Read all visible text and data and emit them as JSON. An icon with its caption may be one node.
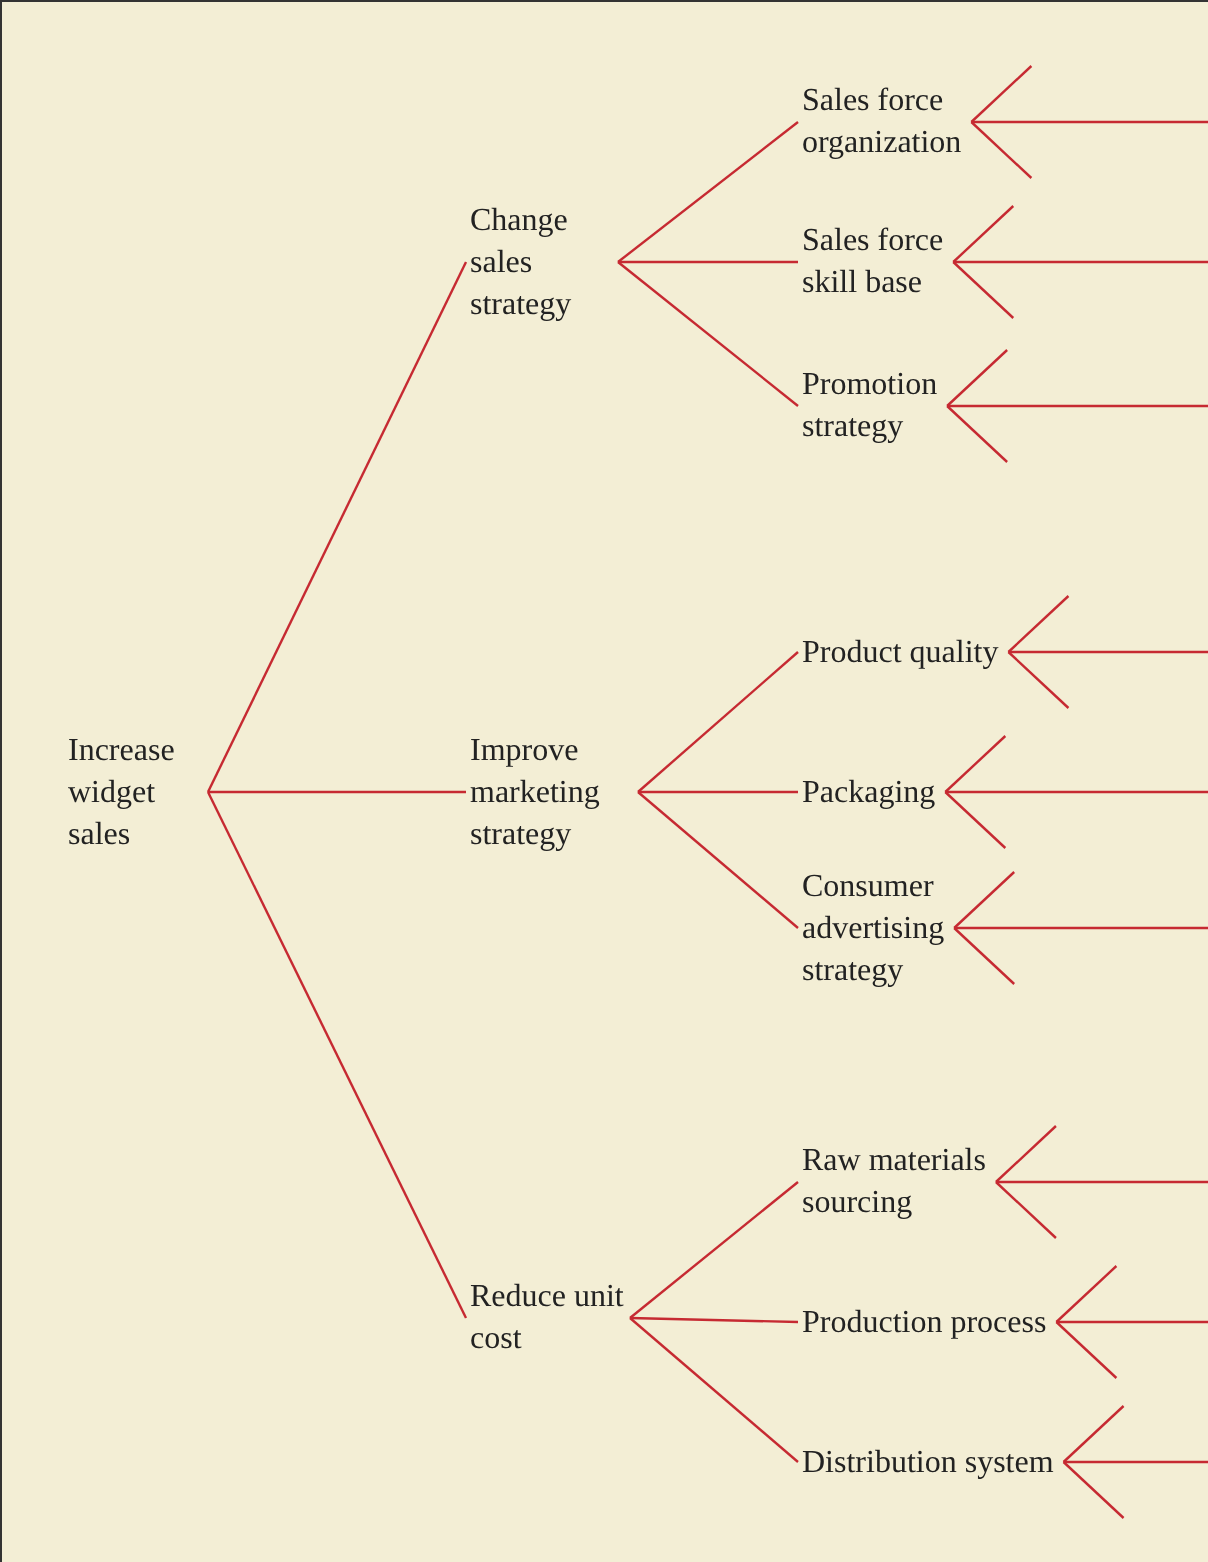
{
  "diagram": {
    "nodes": [
      {
        "text": [
          "Increase widget sales"
        ]
      },
      {
        "text": [
          "Change sales strategy"
        ]
      },
      {
        "text": [
          "Improve marketing strategy"
        ]
      },
      {
        "text": [
          "Reduce unit cost"
        ]
      },
      {
        "text": [
          "Sales force organization"
        ]
      },
      {
        "text": [
          "Sales force skill base"
        ]
      },
      {
        "text": [
          "Promotion strategy"
        ]
      },
      {
        "text": [
          "Product quality"
        ]
      },
      {
        "text": [
          "Packaging"
        ]
      },
      {
        "text": [
          "Consumer advertising strategy"
        ]
      },
      {
        "text": [
          "Raw materials sourcing"
        ]
      },
      {
        "text": [
          "Production process"
        ]
      },
      {
        "text": [
          "Distribution system"
        ]
      }
    ],
    "edges": [
      {
        "from": 0,
        "to": 1,
        "arrow": "none"
      },
      {
        "from": 0,
        "to": 2,
        "arrow": "none"
      },
      {
        "from": 0,
        "to": 3,
        "arrow": "none"
      },
      {
        "from": 1,
        "to": 4,
        "arrow": "none"
      },
      {
        "from": 1,
        "to": 5,
        "arrow": "none"
      },
      {
        "from": 1,
        "to": 6,
        "arrow": "none"
      },
      {
        "from": 2,
        "to": 7,
        "arrow": "none"
      },
      {
        "from": 2,
        "to": 8,
        "arrow": "none"
      },
      {
        "from": 2,
        "to": 9,
        "arrow": "none"
      },
      {
        "from": 3,
        "to": 10,
        "arrow": "none"
      },
      {
        "from": 3,
        "to": 11,
        "arrow": "none"
      },
      {
        "from": 3,
        "to": 12,
        "arrow": "none"
      },
      {
        "from": 4,
        "to": null,
        "arrow": "none"
      },
      {
        "from": 4,
        "to": null,
        "arrow": "none"
      },
      {
        "from": 4,
        "to": null,
        "arrow": "none"
      },
      {
        "from": 5,
        "to": null,
        "arrow": "none"
      },
      {
        "from": 5,
        "to": null,
        "arrow": "none"
      },
      {
        "from": 5,
        "to": null,
        "arrow": "none"
      },
      {
        "from": 6,
        "to": null,
        "arrow": "none"
      },
      {
        "from": 6,
        "to": null,
        "arrow": "none"
      },
      {
        "from": 6,
        "to": null,
        "arrow": "none"
      },
      {
        "from": 7,
        "to": null,
        "arrow": "none"
      },
      {
        "from": 7,
        "to": null,
        "arrow": "none"
      },
      {
        "from": 7,
        "to": null,
        "arrow": "none"
      },
      {
        "from": 8,
        "to": null,
        "arrow": "none"
      },
      {
        "from": 8,
        "to": null,
        "arrow": "none"
      },
      {
        "from": 8,
        "to": null,
        "arrow": "none"
      },
      {
        "from": 9,
        "to": null,
        "arrow": "none"
      },
      {
        "from": 9,
        "to": null,
        "arrow": "none"
      },
      {
        "from": 9,
        "to": null,
        "arrow": "none"
      },
      {
        "from": 10,
        "to": null,
        "arrow": "none"
      },
      {
        "from": 10,
        "to": null,
        "arrow": "none"
      },
      {
        "from": 10,
        "to": null,
        "arrow": "none"
      },
      {
        "from": 11,
        "to": null,
        "arrow": "none"
      },
      {
        "from": 11,
        "to": null,
        "arrow": "none"
      },
      {
        "from": 11,
        "to": null,
        "arrow": "none"
      },
      {
        "from": 12,
        "to": null,
        "arrow": "none"
      },
      {
        "from": 12,
        "to": null,
        "arrow": "none"
      },
      {
        "from": 12,
        "to": null,
        "arrow": "none"
      }
    ]
  }
}
